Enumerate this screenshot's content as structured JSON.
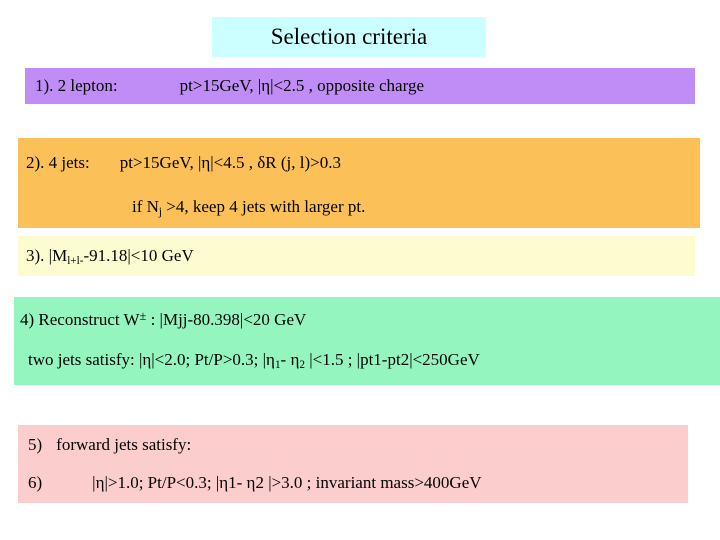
{
  "slide": {
    "title": "Selection criteria",
    "title_bg": "#ccffff",
    "background": "#ffffff"
  },
  "criteria": [
    {
      "id": "lepton",
      "number": "1).",
      "label": "1).  2 lepton:",
      "cuts": "pt>15GeV, |η|<2.5  , opposite charge",
      "bg": "#c08cf5"
    },
    {
      "id": "jets",
      "number": "2).",
      "label": "2). 4 jets:",
      "cuts": "pt>15GeV, |η|<4.5 , δR (j, l)>0.3",
      "note_prefix": "if  N",
      "note_subscript": "j",
      "note_suffix": " >4,  keep 4 jets with larger pt.",
      "bg": "#fbc158"
    },
    {
      "id": "z-mass-window",
      "number": "3).",
      "prefix": "3).  |M",
      "subscript": "l+l-",
      "suffix": "-91.18|<10 GeV",
      "bg": "#fdfbd0"
    },
    {
      "id": "w-reconstruction",
      "number": "4)",
      "prefix": "4) Reconstruct W",
      "superscript": "±",
      "suffix": " : |Mjj-80.398|<20 GeV",
      "detail_prefix": "two jets satisfy: |η|<2.0;  Pt/P>0.3; |η",
      "detail_sub1": "1",
      "detail_mid": "- η",
      "detail_sub2": "2",
      "detail_suffix": " |<1.5 ; |pt1-pt2|<250GeV",
      "bg": "#94f5bf"
    },
    {
      "id": "forward-jets",
      "number": "5)",
      "text": "forward jets satisfy:",
      "bg": "#fbcdcd"
    },
    {
      "id": "forward-jets-cuts",
      "number": "6)",
      "text": "|η|>1.0; Pt/P<0.3; |η1- η2 |>3.0 ; invariant mass>400GeV",
      "bg": "#fbcdcd"
    }
  ]
}
